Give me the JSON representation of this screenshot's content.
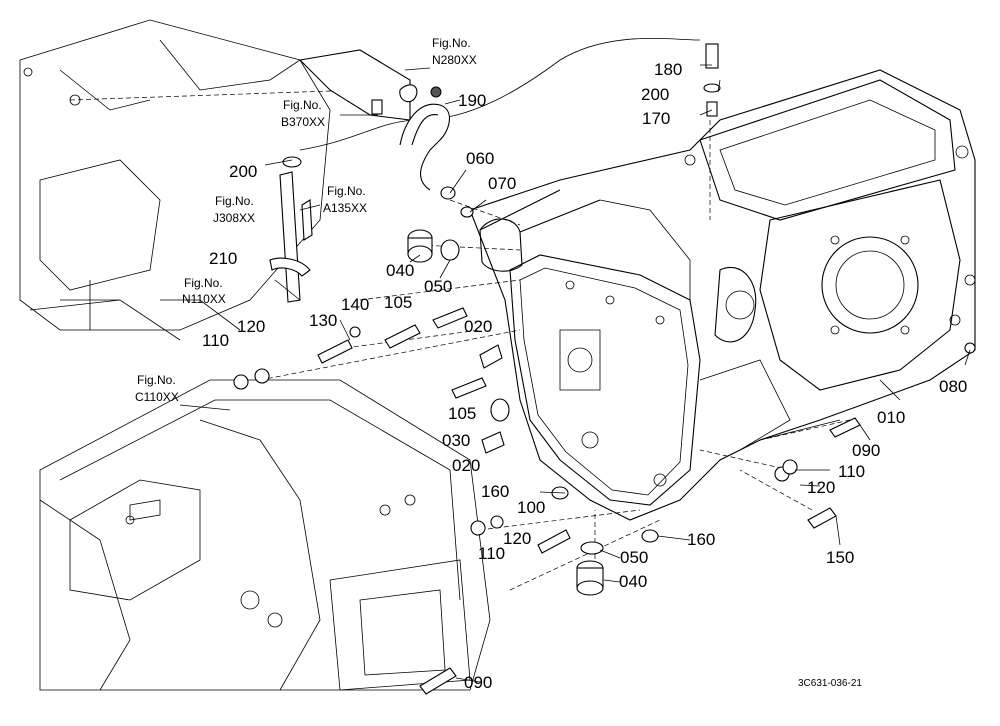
{
  "part_labels": {
    "p010": "010",
    "p020a": "020",
    "p020b": "020",
    "p030": "030",
    "p040a": "040",
    "p040b": "040",
    "p050a": "050",
    "p050b": "050",
    "p060": "060",
    "p070": "070",
    "p080": "080",
    "p090a": "090",
    "p090b": "090",
    "p100": "100",
    "p105a": "105",
    "p105b": "105",
    "p110a": "110",
    "p110b": "110",
    "p110c": "110",
    "p120a": "120",
    "p120b": "120",
    "p120c": "120",
    "p130": "130",
    "p140": "140",
    "p150": "150",
    "p160a": "160",
    "p160b": "160",
    "p170": "170",
    "p180": "180",
    "p190": "190",
    "p200a": "200",
    "p200b": "200",
    "p210": "210"
  },
  "figure_refs": {
    "n280": {
      "head": "Fig.No.",
      "code": "N280XX"
    },
    "b370": {
      "head": "Fig.No.",
      "code": "B370XX"
    },
    "j308": {
      "head": "Fig.No.",
      "code": "J308XX"
    },
    "a135": {
      "head": "Fig.No.",
      "code": "A135XX"
    },
    "n110": {
      "head": "Fig.No.",
      "code": "N110XX"
    },
    "c110": {
      "head": "Fig.No.",
      "code": "C110XX"
    }
  },
  "drawing_number": "3C631-036-21"
}
